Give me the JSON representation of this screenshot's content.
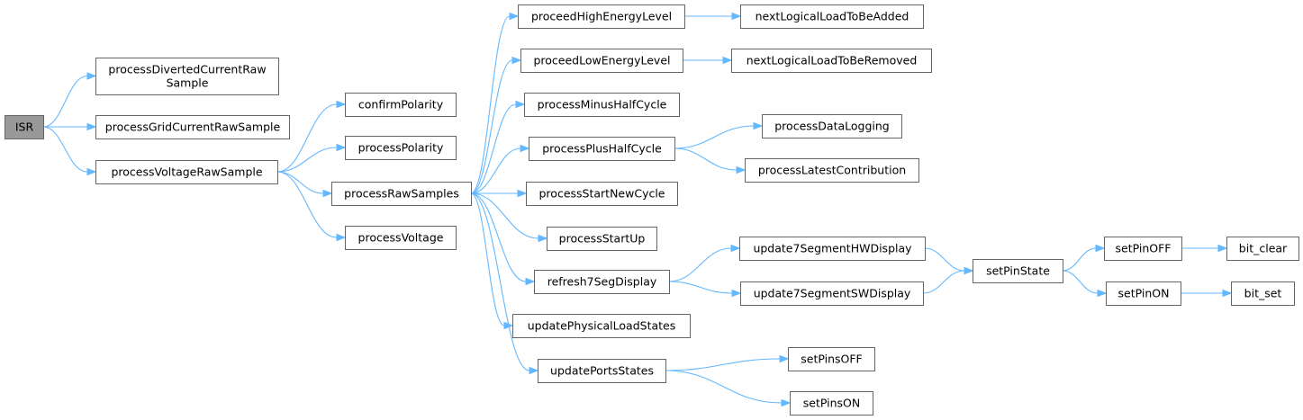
{
  "colors": {
    "node_fill": "#ffffff",
    "root_fill": "#999999",
    "node_border": "#666666",
    "edge": "#63b8ff",
    "text": "#000000"
  },
  "nodes": {
    "isr": "ISR",
    "processDivertedCurrentRawSample": [
      "processDivertedCurrentRaw",
      "Sample"
    ],
    "processGridCurrentRawSample": "processGridCurrentRawSample",
    "processVoltageRawSample": "processVoltageRawSample",
    "confirmPolarity": "confirmPolarity",
    "processPolarity": "processPolarity",
    "processRawSamples": "processRawSamples",
    "processVoltage": "processVoltage",
    "proceedHighEnergyLevel": "proceedHighEnergyLevel",
    "proceedLowEnergyLevel": "proceedLowEnergyLevel",
    "processMinusHalfCycle": "processMinusHalfCycle",
    "processPlusHalfCycle": "processPlusHalfCycle",
    "processStartNewCycle": "processStartNewCycle",
    "processStartUp": "processStartUp",
    "refresh7SegDisplay": "refresh7SegDisplay",
    "updatePhysicalLoadStates": "updatePhysicalLoadStates",
    "updatePortsStates": "updatePortsStates",
    "nextLogicalLoadToBeAdded": "nextLogicalLoadToBeAdded",
    "nextLogicalLoadToBeRemoved": "nextLogicalLoadToBeRemoved",
    "processDataLogging": "processDataLogging",
    "processLatestContribution": "processLatestContribution",
    "update7SegmentHWDisplay": "update7SegmentHWDisplay",
    "update7SegmentSWDisplay": "update7SegmentSWDisplay",
    "setPinsOFF": "setPinsOFF",
    "setPinsON": "setPinsON",
    "setPinState": "setPinState",
    "setPinOFF": "setPinOFF",
    "setPinON": "setPinON",
    "bit_clear": "bit_clear",
    "bit_set": "bit_set"
  },
  "edges": [
    [
      "isr",
      "processDivertedCurrentRawSample"
    ],
    [
      "isr",
      "processGridCurrentRawSample"
    ],
    [
      "isr",
      "processVoltageRawSample"
    ],
    [
      "processVoltageRawSample",
      "confirmPolarity"
    ],
    [
      "processVoltageRawSample",
      "processPolarity"
    ],
    [
      "processVoltageRawSample",
      "processRawSamples"
    ],
    [
      "processVoltageRawSample",
      "processVoltage"
    ],
    [
      "processRawSamples",
      "proceedHighEnergyLevel"
    ],
    [
      "processRawSamples",
      "proceedLowEnergyLevel"
    ],
    [
      "processRawSamples",
      "processMinusHalfCycle"
    ],
    [
      "processRawSamples",
      "processPlusHalfCycle"
    ],
    [
      "processRawSamples",
      "processStartNewCycle"
    ],
    [
      "processRawSamples",
      "processStartUp"
    ],
    [
      "processRawSamples",
      "refresh7SegDisplay"
    ],
    [
      "processRawSamples",
      "updatePhysicalLoadStates"
    ],
    [
      "processRawSamples",
      "updatePortsStates"
    ],
    [
      "proceedHighEnergyLevel",
      "nextLogicalLoadToBeAdded"
    ],
    [
      "proceedLowEnergyLevel",
      "nextLogicalLoadToBeRemoved"
    ],
    [
      "processPlusHalfCycle",
      "processDataLogging"
    ],
    [
      "processPlusHalfCycle",
      "processLatestContribution"
    ],
    [
      "refresh7SegDisplay",
      "update7SegmentHWDisplay"
    ],
    [
      "refresh7SegDisplay",
      "update7SegmentSWDisplay"
    ],
    [
      "updatePortsStates",
      "setPinsOFF"
    ],
    [
      "updatePortsStates",
      "setPinsON"
    ],
    [
      "update7SegmentHWDisplay",
      "setPinState"
    ],
    [
      "update7SegmentSWDisplay",
      "setPinState"
    ],
    [
      "setPinState",
      "setPinOFF"
    ],
    [
      "setPinState",
      "setPinON"
    ],
    [
      "setPinOFF",
      "bit_clear"
    ],
    [
      "setPinON",
      "bit_set"
    ]
  ]
}
